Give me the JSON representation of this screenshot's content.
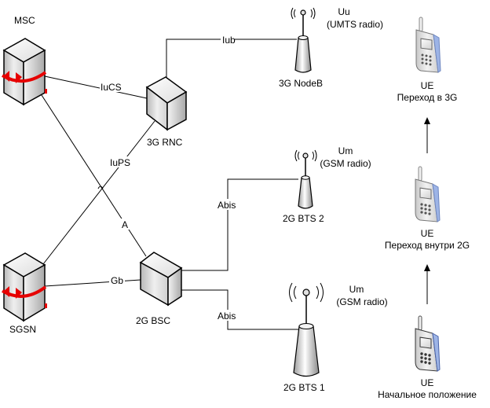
{
  "nodes": {
    "msc": {
      "label": "MSC"
    },
    "sgsn": {
      "label": "SGSN"
    },
    "rnc": {
      "label": "3G RNC"
    },
    "bsc": {
      "label": "2G BSC"
    },
    "nodeb": {
      "label": "3G NodeB",
      "radio_line1": "Uu",
      "radio_line2": "(UMTS radio)"
    },
    "bts2": {
      "label": "2G BTS 2",
      "radio_line1": "Um",
      "radio_line2": "(GSM radio)"
    },
    "bts1": {
      "label": "2G BTS 1",
      "radio_line1": "Um",
      "radio_line2": "(GSM radio)"
    }
  },
  "interfaces": {
    "iucs": "IuCS",
    "iub": "Iub",
    "iups": "IuPS",
    "a": "A",
    "gb": "Gb",
    "abis_bts2": "Abis",
    "abis_bts1": "Abis"
  },
  "ue_states": [
    {
      "title": "UE",
      "caption": "Переход в 3G"
    },
    {
      "title": "UE",
      "caption": "Переход внутри 2G"
    },
    {
      "title": "UE",
      "caption": "Начальное положение"
    }
  ],
  "colors": {
    "line": "#000000",
    "rotation_arrow": "#e60000",
    "phone_side": "#9db4e6"
  }
}
